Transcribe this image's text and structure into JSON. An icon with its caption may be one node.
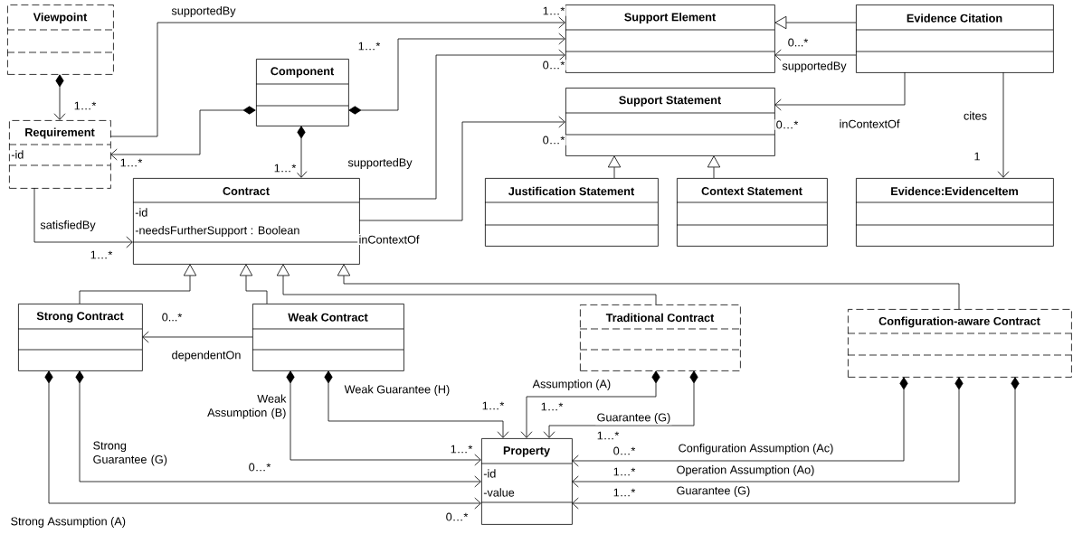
{
  "diagram": {
    "nodes": [
      {
        "text": [
          "Viewpoint"
        ]
      },
      {
        "text": [
          "Requirement",
          "-id"
        ]
      },
      {
        "text": [
          "Component"
        ]
      },
      {
        "text": [
          "Contract",
          "-id",
          "-needsFurtherSupport : Boolean"
        ]
      },
      {
        "text": [
          "Support Element"
        ]
      },
      {
        "text": [
          "Evidence Citation"
        ]
      },
      {
        "text": [
          "Support Statement"
        ]
      },
      {
        "text": [
          "Justification Statement"
        ]
      },
      {
        "text": [
          "Context Statement"
        ]
      },
      {
        "text": [
          "Evidence:EvidenceItem"
        ]
      },
      {
        "text": [
          "Strong Contract"
        ]
      },
      {
        "text": [
          "Weak Contract"
        ]
      },
      {
        "text": [
          "Traditional Contract"
        ]
      },
      {
        "text": [
          "Configuration-aware Contract"
        ]
      },
      {
        "text": [
          "Property",
          "-id",
          "-value"
        ]
      }
    ],
    "edges": [
      {
        "from": 0,
        "to": 1,
        "arrow": "to"
      },
      {
        "from": 1,
        "to": 4,
        "arrow": "to",
        "label": "supportedBy"
      },
      {
        "from": 2,
        "to": 1,
        "arrow": "to"
      },
      {
        "from": 2,
        "to": 4,
        "arrow": "to"
      },
      {
        "from": 2,
        "to": 3,
        "arrow": "to"
      },
      {
        "from": 3,
        "to": 4,
        "arrow": "to",
        "label": "supportedBy"
      },
      {
        "from": 3,
        "to": 6,
        "arrow": "to",
        "label": "inContextOf"
      },
      {
        "from": 1,
        "to": 3,
        "arrow": "to",
        "label": "satisfiedBy"
      },
      {
        "from": 5,
        "to": 4,
        "arrow": "to"
      },
      {
        "from": 5,
        "to": 4,
        "arrow": "to",
        "label": "supportedBy"
      },
      {
        "from": 5,
        "to": 6,
        "arrow": "to",
        "label": "inContextOf"
      },
      {
        "from": 5,
        "to": 9,
        "arrow": "to",
        "label": "cites"
      },
      {
        "from": 7,
        "to": 6,
        "arrow": "to"
      },
      {
        "from": 8,
        "to": 6,
        "arrow": "to"
      },
      {
        "from": 10,
        "to": 3,
        "arrow": "to"
      },
      {
        "from": 11,
        "to": 3,
        "arrow": "to"
      },
      {
        "from": 12,
        "to": 3,
        "arrow": "to"
      },
      {
        "from": 13,
        "to": 3,
        "arrow": "to"
      },
      {
        "from": 11,
        "to": 10,
        "arrow": "to",
        "label": "dependentOn"
      },
      {
        "from": 10,
        "to": 14,
        "arrow": "to",
        "label": "Strong Assumption (A)"
      },
      {
        "from": 10,
        "to": 14,
        "arrow": "to",
        "label": "Strong Guarantee (G)"
      },
      {
        "from": 11,
        "to": 14,
        "arrow": "to",
        "label": "Weak Assumption (B)"
      },
      {
        "from": 11,
        "to": 14,
        "arrow": "to",
        "label": "Weak Guarantee (H)"
      },
      {
        "from": 12,
        "to": 14,
        "arrow": "to",
        "label": "Assumption (A)"
      },
      {
        "from": 12,
        "to": 14,
        "arrow": "to",
        "label": "Guarantee (G)"
      },
      {
        "from": 13,
        "to": 14,
        "arrow": "to",
        "label": "Configuration Assumption (Ac)"
      },
      {
        "from": 13,
        "to": 14,
        "arrow": "to",
        "label": "Operation Assumption (Ao)"
      },
      {
        "from": 13,
        "to": 14,
        "arrow": "to",
        "label": "Guarantee (G)"
      }
    ],
    "labels": [
      "1…*",
      "1…*",
      "0…*",
      "0...*",
      "1…*",
      "0…*",
      "0…*",
      "1…*",
      "1…*",
      "1",
      "1…*",
      "0...*",
      "1…*",
      "1…*",
      "1…*",
      "1…*",
      "0…*",
      "0…*",
      "1…*",
      "1…*",
      "0…*"
    ]
  }
}
